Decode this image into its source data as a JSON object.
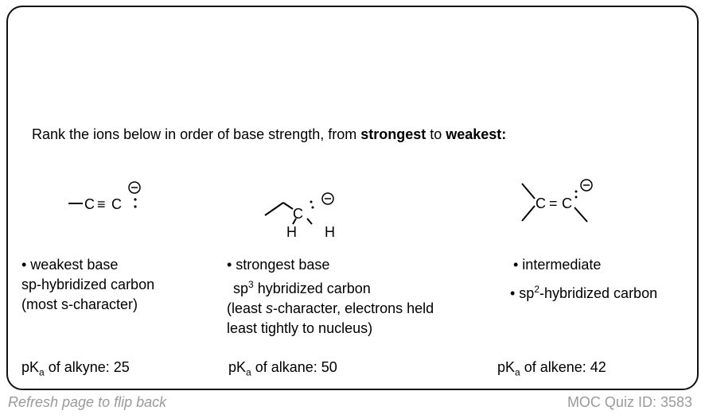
{
  "question": {
    "prefix": "Rank the ions below in order of base strength, from ",
    "strong": "strongest",
    "mid": " to ",
    "weak": "weakest:"
  },
  "molecules": {
    "C": "C",
    "H": "H",
    "triple": "≡",
    "double": "="
  },
  "columns": [
    {
      "lines": [
        "• weakest base",
        "sp-hybridized carbon",
        "(most s-character)"
      ],
      "pka_prefix": "pK",
      "pka_sub": "a",
      "pka_rest": " of alkyne: 25"
    },
    {
      "lines": [
        "• strongest base",
        "sp",
        "3",
        " hybridized carbon",
        "(least ",
        "s",
        "-character, electrons held",
        "least tightly to nucleus)"
      ],
      "pka_prefix": "pK",
      "pka_sub": "a",
      "pka_rest": " of alkane: 50"
    },
    {
      "lines": [
        "• intermediate",
        "• sp",
        "2",
        "-hybridized carbon"
      ],
      "pka_prefix": "pK",
      "pka_sub": "a",
      "pka_rest": " of alkene: 42"
    }
  ],
  "footer": {
    "left": "Refresh page to flip back",
    "right": "MOC Quiz ID: 3583"
  }
}
